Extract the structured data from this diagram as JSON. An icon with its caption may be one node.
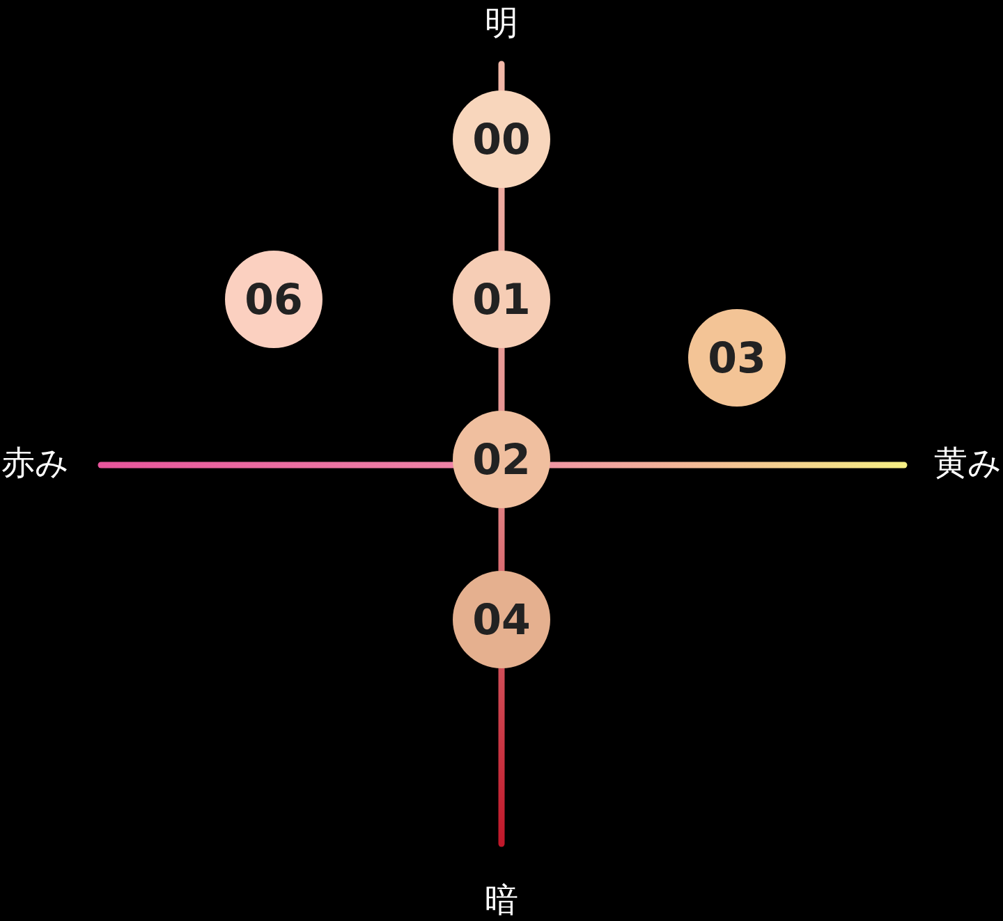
{
  "diagram": {
    "nodes": [
      {
        "text": [
          "00"
        ]
      },
      {
        "text": [
          "06"
        ]
      },
      {
        "text": [
          "01"
        ]
      },
      {
        "text": [
          "03"
        ]
      },
      {
        "text": [
          "02"
        ]
      },
      {
        "text": [
          "04"
        ]
      }
    ],
    "labels": [
      "明",
      "赤み",
      "黄み",
      "暗"
    ]
  }
}
